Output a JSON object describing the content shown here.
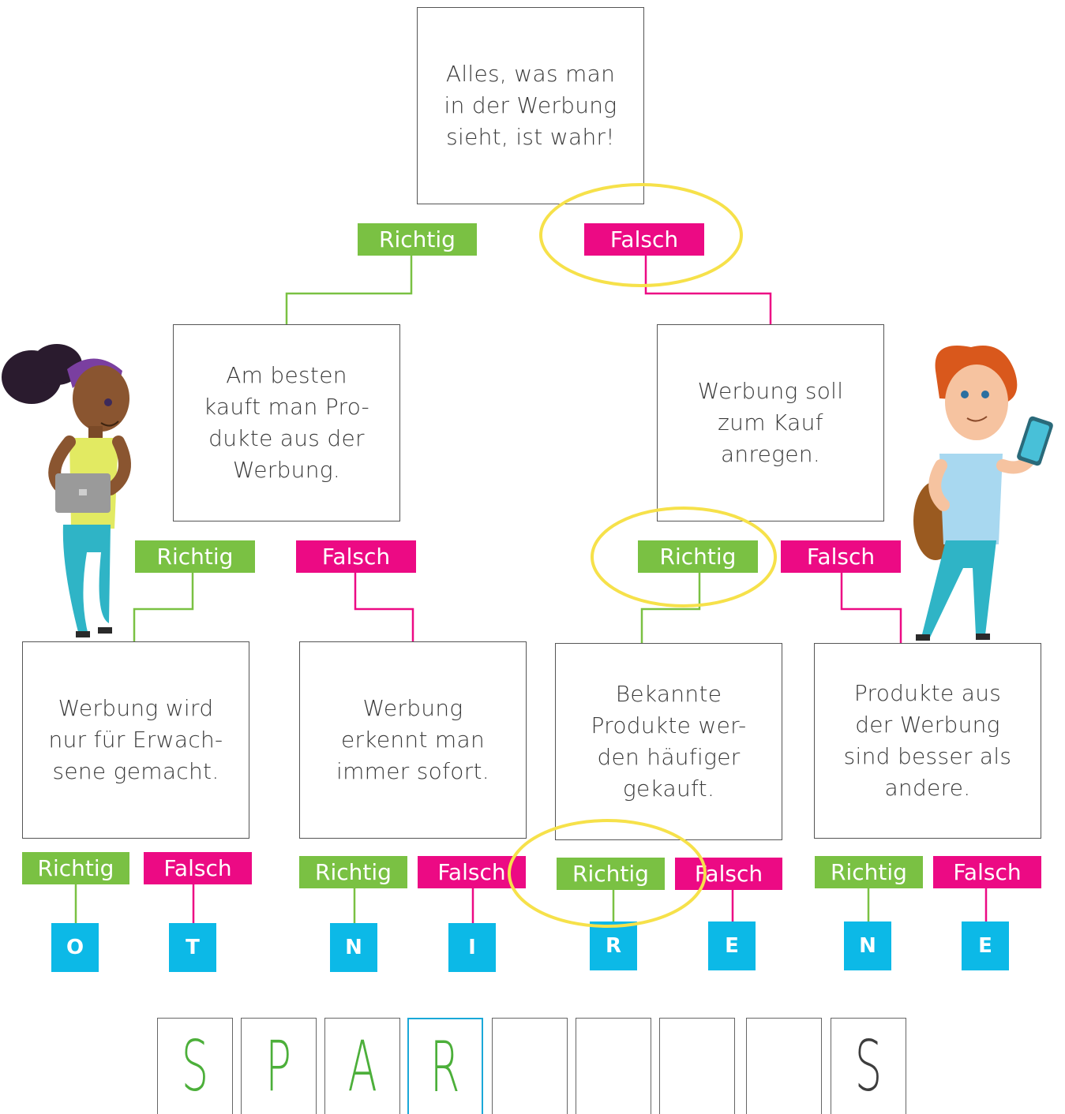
{
  "colors": {
    "richtig": "#7ac143",
    "falsch": "#ec0a84",
    "letter": "#0cb9e7",
    "highlight": "#f6e14a",
    "answer_green": "#4caf3a",
    "answer_gray": "#3d3d3d"
  },
  "question_root": "Alles, was man\nin der Werbung\nsieht, ist wahr!",
  "questions_level2": {
    "left": "Am besten\nkauft man Pro-\ndukte aus der\nWerbung.",
    "right": "Werbung soll\nzum Kauf\nanregen."
  },
  "questions_level3": [
    "Werbung wird\nnur für Erwach-\nsene gemacht.",
    "Werbung\nerkennt man\nimmer sofort.",
    "Bekannte\nProdukte wer-\nden häufiger\ngekauft.",
    "Produkte aus\nder Werbung\nsind besser als\nandere."
  ],
  "labels": {
    "richtig": "Richtig",
    "falsch": "Falsch"
  },
  "letters": [
    "O",
    "T",
    "N",
    "I",
    "R",
    "E",
    "N",
    "E"
  ],
  "answer_boxes": [
    "S",
    "P",
    "A",
    "R",
    "",
    "",
    "",
    "",
    "S"
  ],
  "answer_active_index": 3,
  "characters": [
    "girl-with-tablet-illustration",
    "boy-with-phone-illustration"
  ]
}
